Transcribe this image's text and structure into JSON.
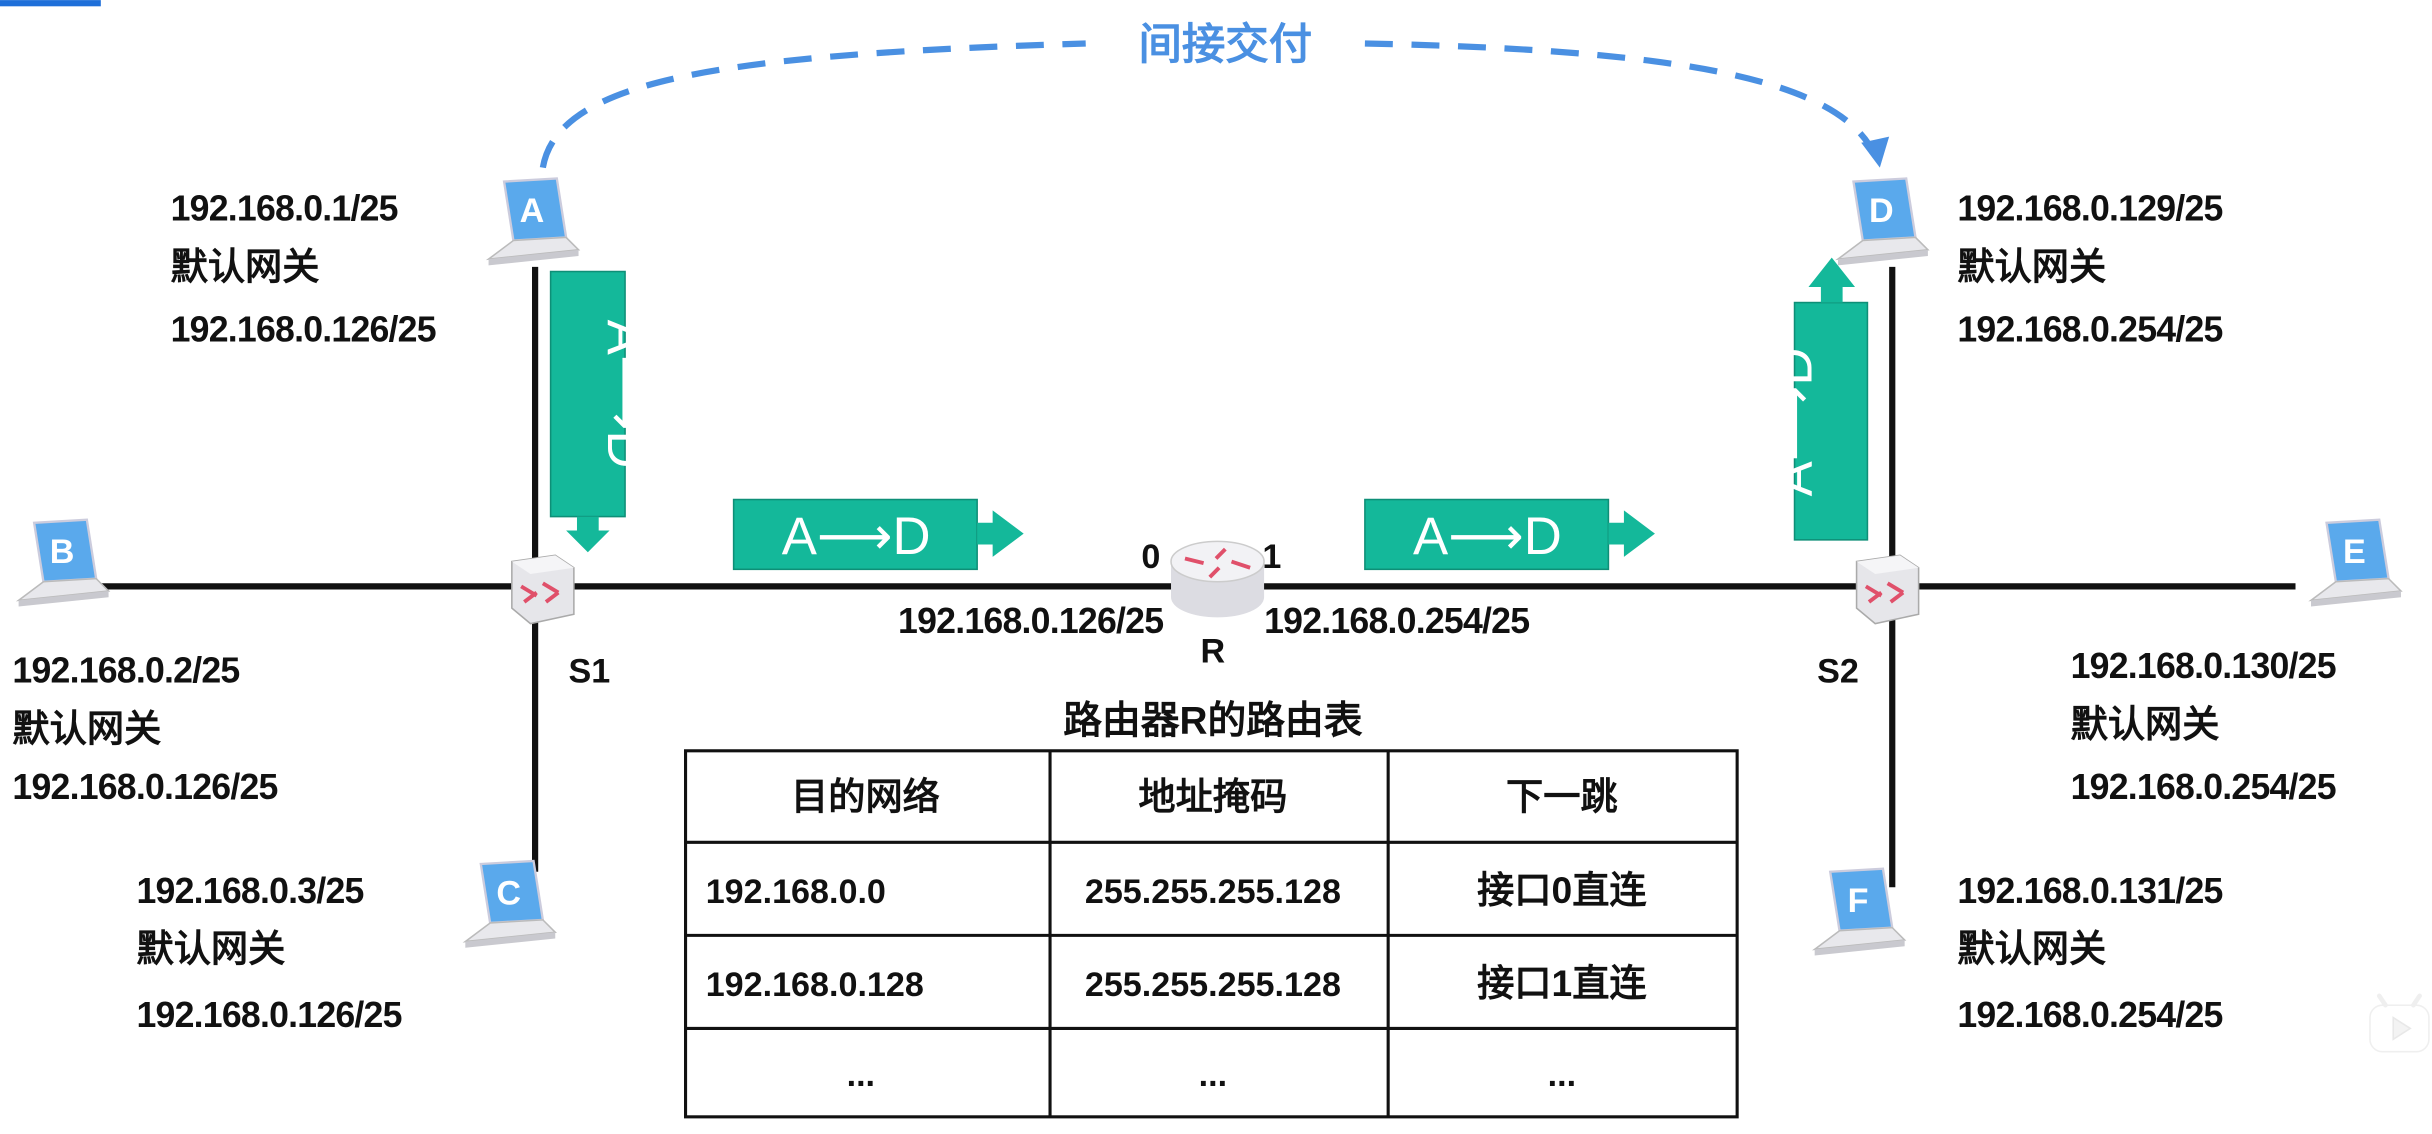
{
  "colors": {
    "packet": "#14b89a",
    "dashed_arc": "#4a90e2",
    "line": "#111111",
    "accent_bar": "#1e6fd9"
  },
  "indirect_delivery_label": "间接交付",
  "packet_label": "A⟶D",
  "hosts": {
    "A": {
      "letter": "A",
      "ip": "192.168.0.1/25",
      "gw_label": "默认网关",
      "gw": "192.168.0.126/25"
    },
    "B": {
      "letter": "B",
      "ip": "192.168.0.2/25",
      "gw_label": "默认网关",
      "gw": "192.168.0.126/25"
    },
    "C": {
      "letter": "C",
      "ip": "192.168.0.3/25",
      "gw_label": "默认网关",
      "gw": "192.168.0.126/25"
    },
    "D": {
      "letter": "D",
      "ip": "192.168.0.129/25",
      "gw_label": "默认网关",
      "gw": "192.168.0.254/25"
    },
    "E": {
      "letter": "E",
      "ip": "192.168.0.130/25",
      "gw_label": "默认网关",
      "gw": "192.168.0.254/25"
    },
    "F": {
      "letter": "F",
      "ip": "192.168.0.131/25",
      "gw_label": "默认网关",
      "gw": "192.168.0.254/25"
    }
  },
  "switches": {
    "s1": "S1",
    "s2": "S2"
  },
  "router": {
    "name": "R",
    "if0": "0",
    "if1": "1",
    "if0_ip": "192.168.0.126/25",
    "if1_ip": "192.168.0.254/25"
  },
  "routing_table": {
    "title": "路由器R的路由表",
    "headers": [
      "目的网络",
      "地址掩码",
      "下一跳"
    ],
    "rows": [
      [
        "192.168.0.0",
        "255.255.255.128",
        "接口0直连"
      ],
      [
        "192.168.0.128",
        "255.255.255.128",
        "接口1直连"
      ],
      [
        "...",
        "...",
        "..."
      ]
    ]
  }
}
